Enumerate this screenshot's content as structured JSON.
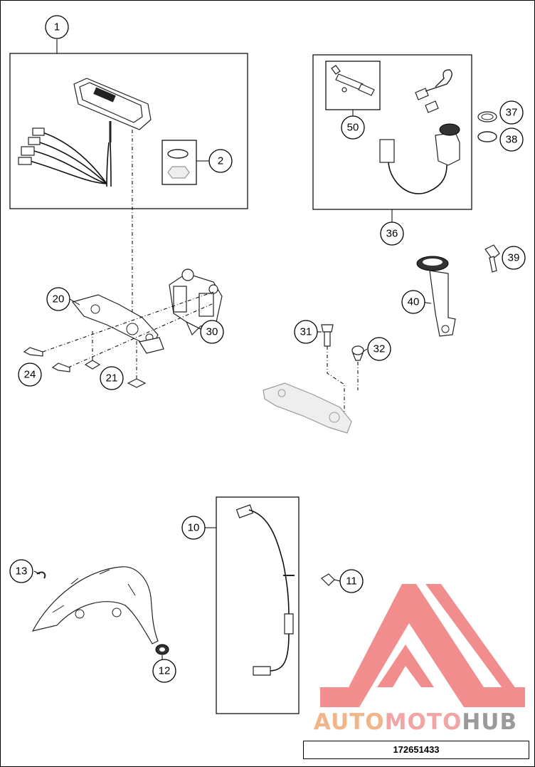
{
  "diagram": {
    "callouts": [
      {
        "id": "1",
        "label": "1"
      },
      {
        "id": "2",
        "label": "2"
      },
      {
        "id": "10",
        "label": "10"
      },
      {
        "id": "11",
        "label": "11"
      },
      {
        "id": "12",
        "label": "12"
      },
      {
        "id": "13",
        "label": "13"
      },
      {
        "id": "20",
        "label": "20"
      },
      {
        "id": "21",
        "label": "21"
      },
      {
        "id": "24",
        "label": "24"
      },
      {
        "id": "30",
        "label": "30"
      },
      {
        "id": "31",
        "label": "31"
      },
      {
        "id": "32",
        "label": "32"
      },
      {
        "id": "36",
        "label": "36"
      },
      {
        "id": "37",
        "label": "37"
      },
      {
        "id": "38",
        "label": "38"
      },
      {
        "id": "39",
        "label": "39"
      },
      {
        "id": "40",
        "label": "40"
      },
      {
        "id": "50",
        "label": "50"
      }
    ],
    "drawing_number": "172651433"
  },
  "watermark": {
    "brand_parts": [
      {
        "text": "AUTO",
        "color": "#f2b58a"
      },
      {
        "text": "MOTO",
        "color": "#f2a5a5"
      },
      {
        "text": "HUB",
        "color": "#9a9a9a"
      }
    ],
    "logo_color": "#f07a7a"
  }
}
